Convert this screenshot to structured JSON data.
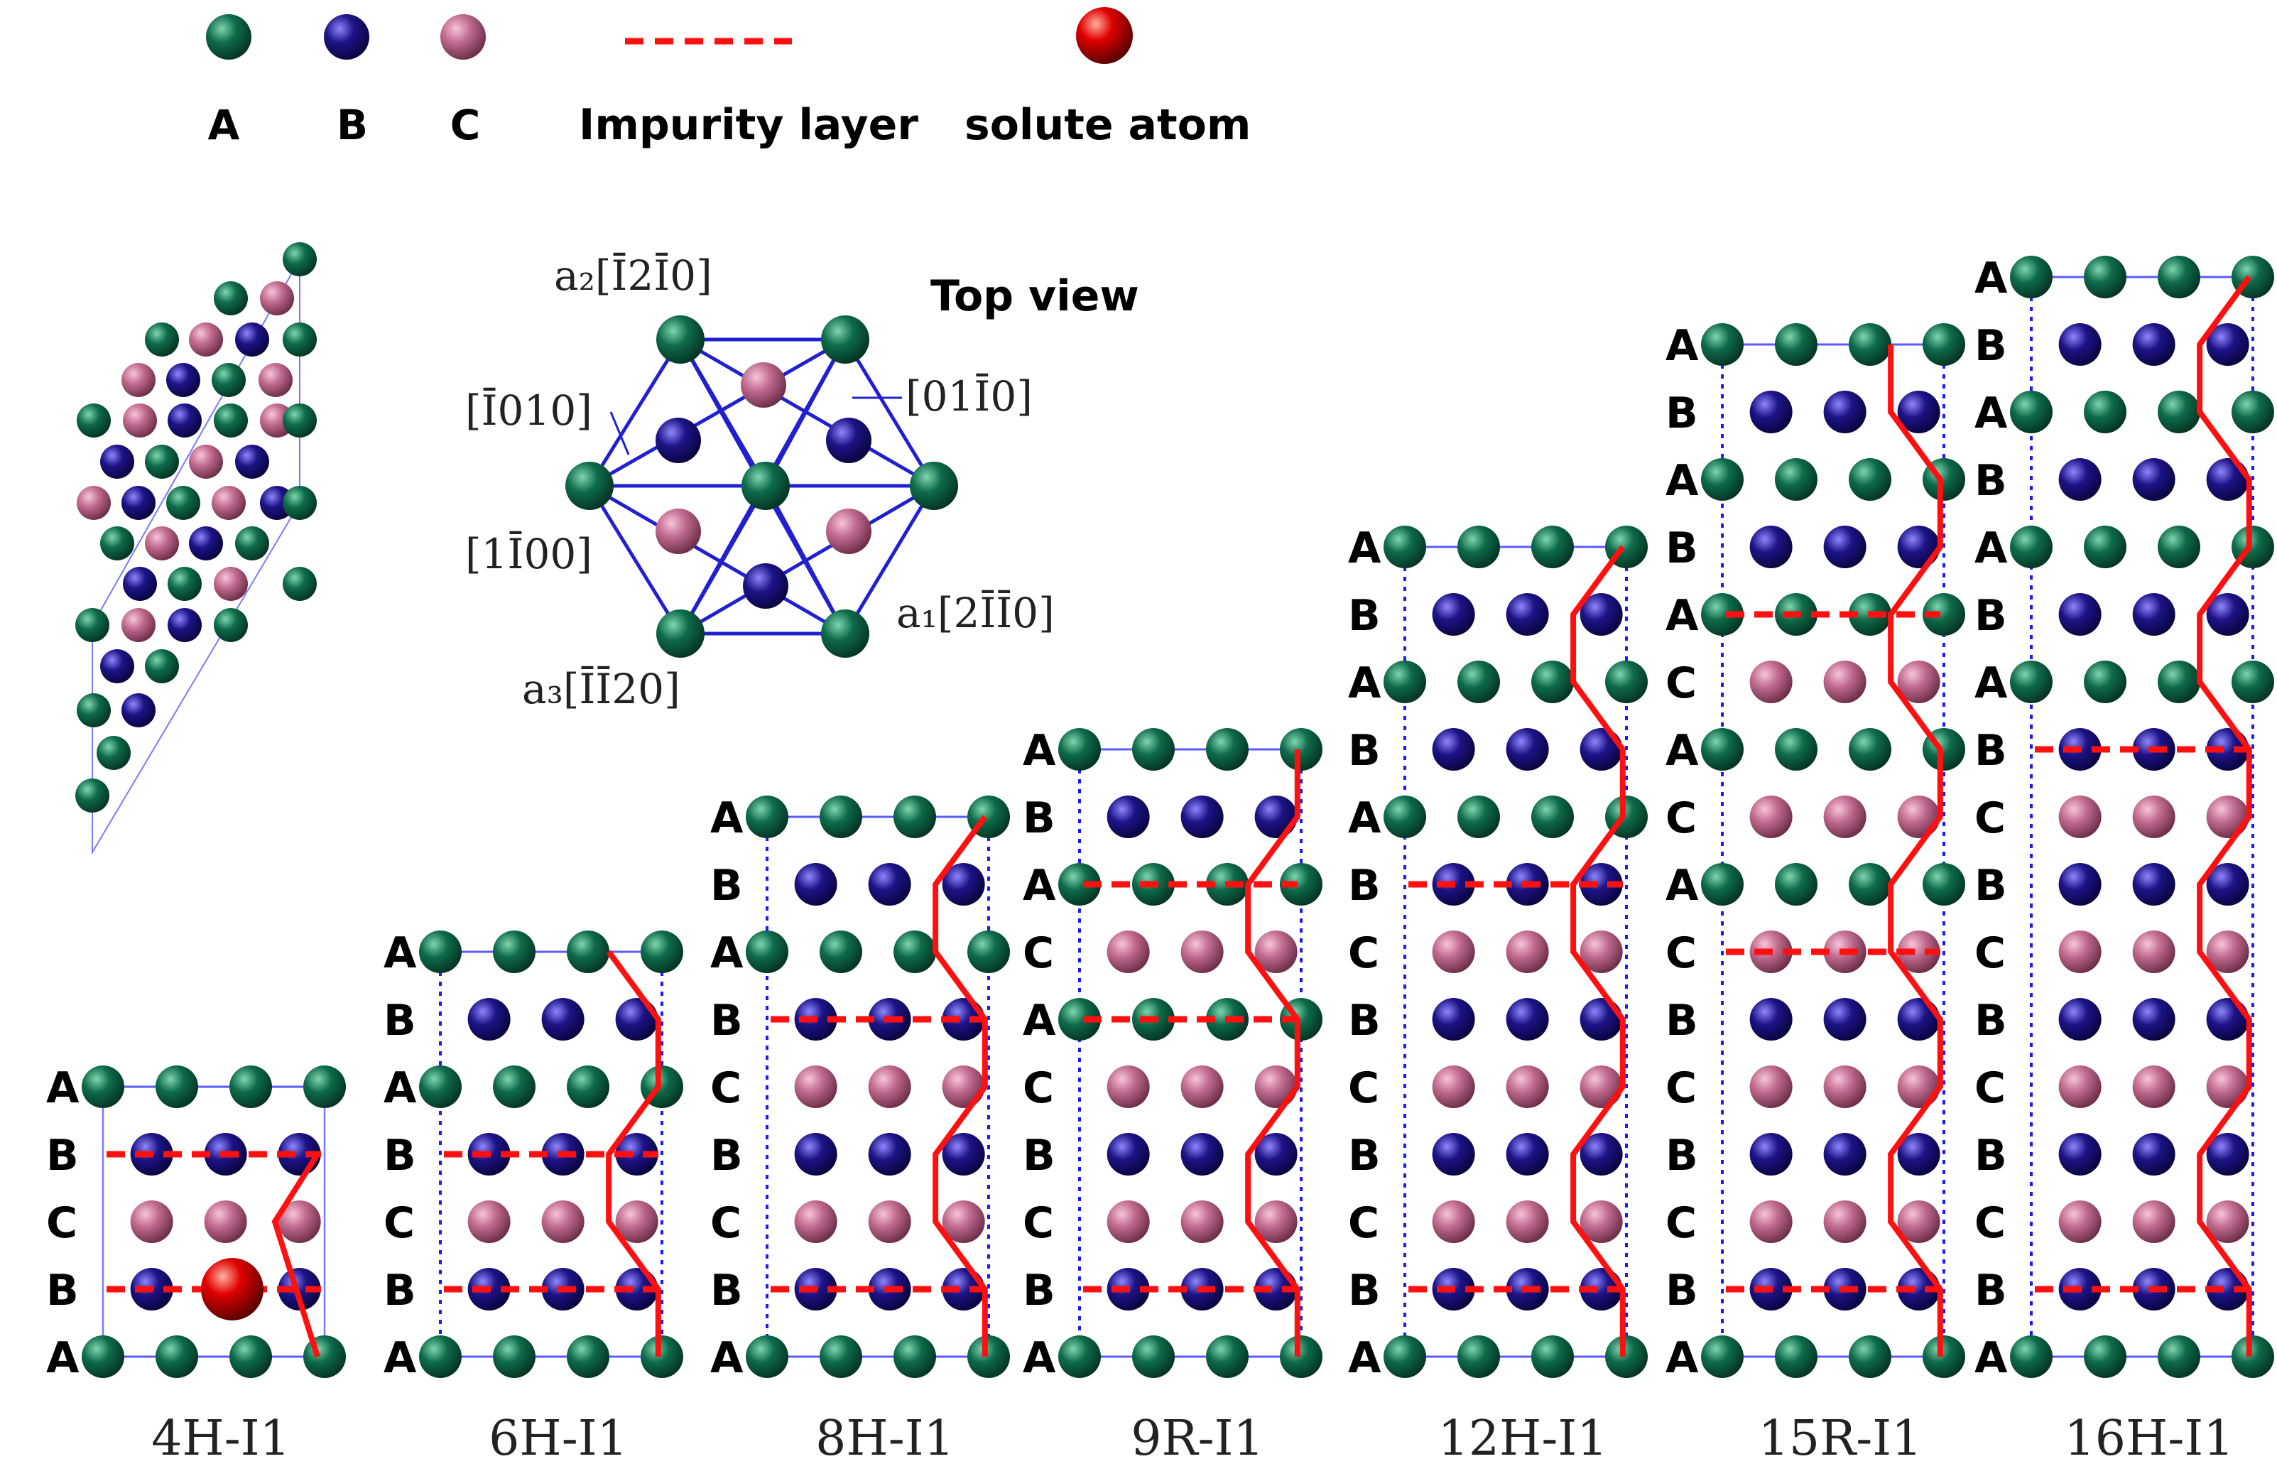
{
  "colors": {
    "A": "#0e6b4a",
    "B": "#1d1386",
    "C": "#c06a8e",
    "impurity": "#ff1010",
    "solute": "#c40000",
    "cell": "#5a5aff",
    "bond": "#2020d0"
  },
  "legend": {
    "A": "A",
    "B": "B",
    "C": "C",
    "impurity": "Impurity layer",
    "solute": "solute atom"
  },
  "top_view": {
    "title": "Top view",
    "a2": "a₂[Ī2Ī0]",
    "a1": "a₁[2ĪĪ0]",
    "a3": "a₃[ĪĪ20]",
    "d1": "[Ī010]",
    "d2": "[01Ī0]",
    "d3": "[1Ī00]"
  },
  "structures": [
    {
      "name": "4H-I1",
      "stack": [
        "A",
        "B",
        "C",
        "B",
        "A"
      ],
      "impurity": [
        1,
        3
      ],
      "solute": true
    },
    {
      "name": "6H-I1",
      "stack": [
        "A",
        "B",
        "C",
        "B",
        "A",
        "B",
        "A"
      ],
      "impurity": [
        1,
        3
      ],
      "solute": false
    },
    {
      "name": "8H-I1",
      "stack": [
        "A",
        "B",
        "C",
        "B",
        "C",
        "B",
        "A",
        "B",
        "A"
      ],
      "impurity": [
        1,
        5
      ],
      "solute": false
    },
    {
      "name": "9R-I1",
      "stack": [
        "A",
        "B",
        "C",
        "B",
        "C",
        "A",
        "C",
        "A",
        "B",
        "A"
      ],
      "impurity": [
        1,
        5,
        7
      ],
      "solute": false
    },
    {
      "name": "12H-I1",
      "stack": [
        "A",
        "B",
        "C",
        "B",
        "C",
        "B",
        "C",
        "B",
        "A",
        "B",
        "A",
        "B",
        "A"
      ],
      "impurity": [
        1,
        7
      ],
      "solute": false
    },
    {
      "name": "15R-I1",
      "stack": [
        "A",
        "B",
        "C",
        "B",
        "C",
        "B",
        "C",
        "A",
        "C",
        "A",
        "C",
        "A",
        "B",
        "A",
        "B",
        "A"
      ],
      "impurity": [
        1,
        6,
        11
      ],
      "solute": false
    },
    {
      "name": "16H-I1",
      "stack": [
        "A",
        "B",
        "C",
        "B",
        "C",
        "B",
        "C",
        "B",
        "C",
        "B",
        "A",
        "B",
        "A",
        "B",
        "A",
        "B",
        "A"
      ],
      "impurity": [
        1,
        9
      ],
      "solute": false
    }
  ]
}
